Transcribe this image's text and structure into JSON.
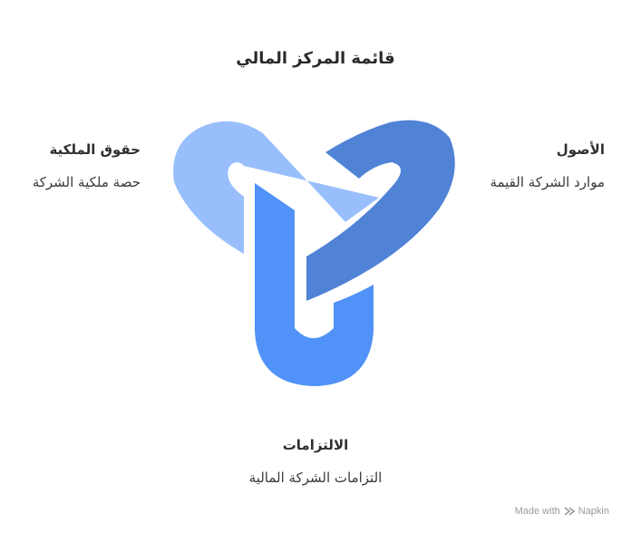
{
  "title": "قائمة المركز المالي",
  "items": [
    {
      "heading": "حقوق الملكية",
      "description": "حصة ملكية الشركة",
      "color": "#98BFFC"
    },
    {
      "heading": "الأصول",
      "description": "موارد الشركة القيمة",
      "color": "#5083D6"
    },
    {
      "heading": "الالتزامات",
      "description": "التزامات الشركة المالية",
      "color": "#5192F8"
    }
  ],
  "watermark": {
    "made_with": "Made with",
    "brand": "Napkin"
  }
}
